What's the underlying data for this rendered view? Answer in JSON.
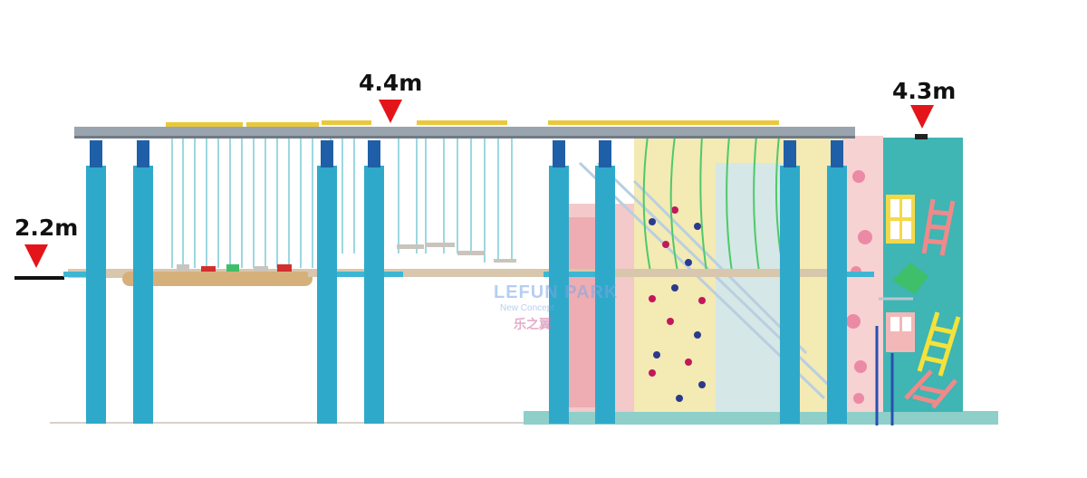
{
  "height_markers": [
    {
      "id": "left",
      "label": "2.2m"
    },
    {
      "id": "middle",
      "label": "4.4m"
    },
    {
      "id": "right",
      "label": "4.3m"
    }
  ],
  "watermark": {
    "brand": "LEFUN PARK",
    "tagline": "New Concept",
    "chinese": "乐之翼"
  },
  "colors": {
    "marker": "#e3151b",
    "post": "#2fa9c9",
    "frame": "#9aa4ae",
    "wall_teal": "#3fb5b4",
    "wall_cream": "#f3eab4",
    "wall_pink": "#f3c9c9",
    "ladder_pink": "#ef8a8a",
    "ladder_yellow": "#f4e23b",
    "window_yellow": "#f3d94a"
  }
}
